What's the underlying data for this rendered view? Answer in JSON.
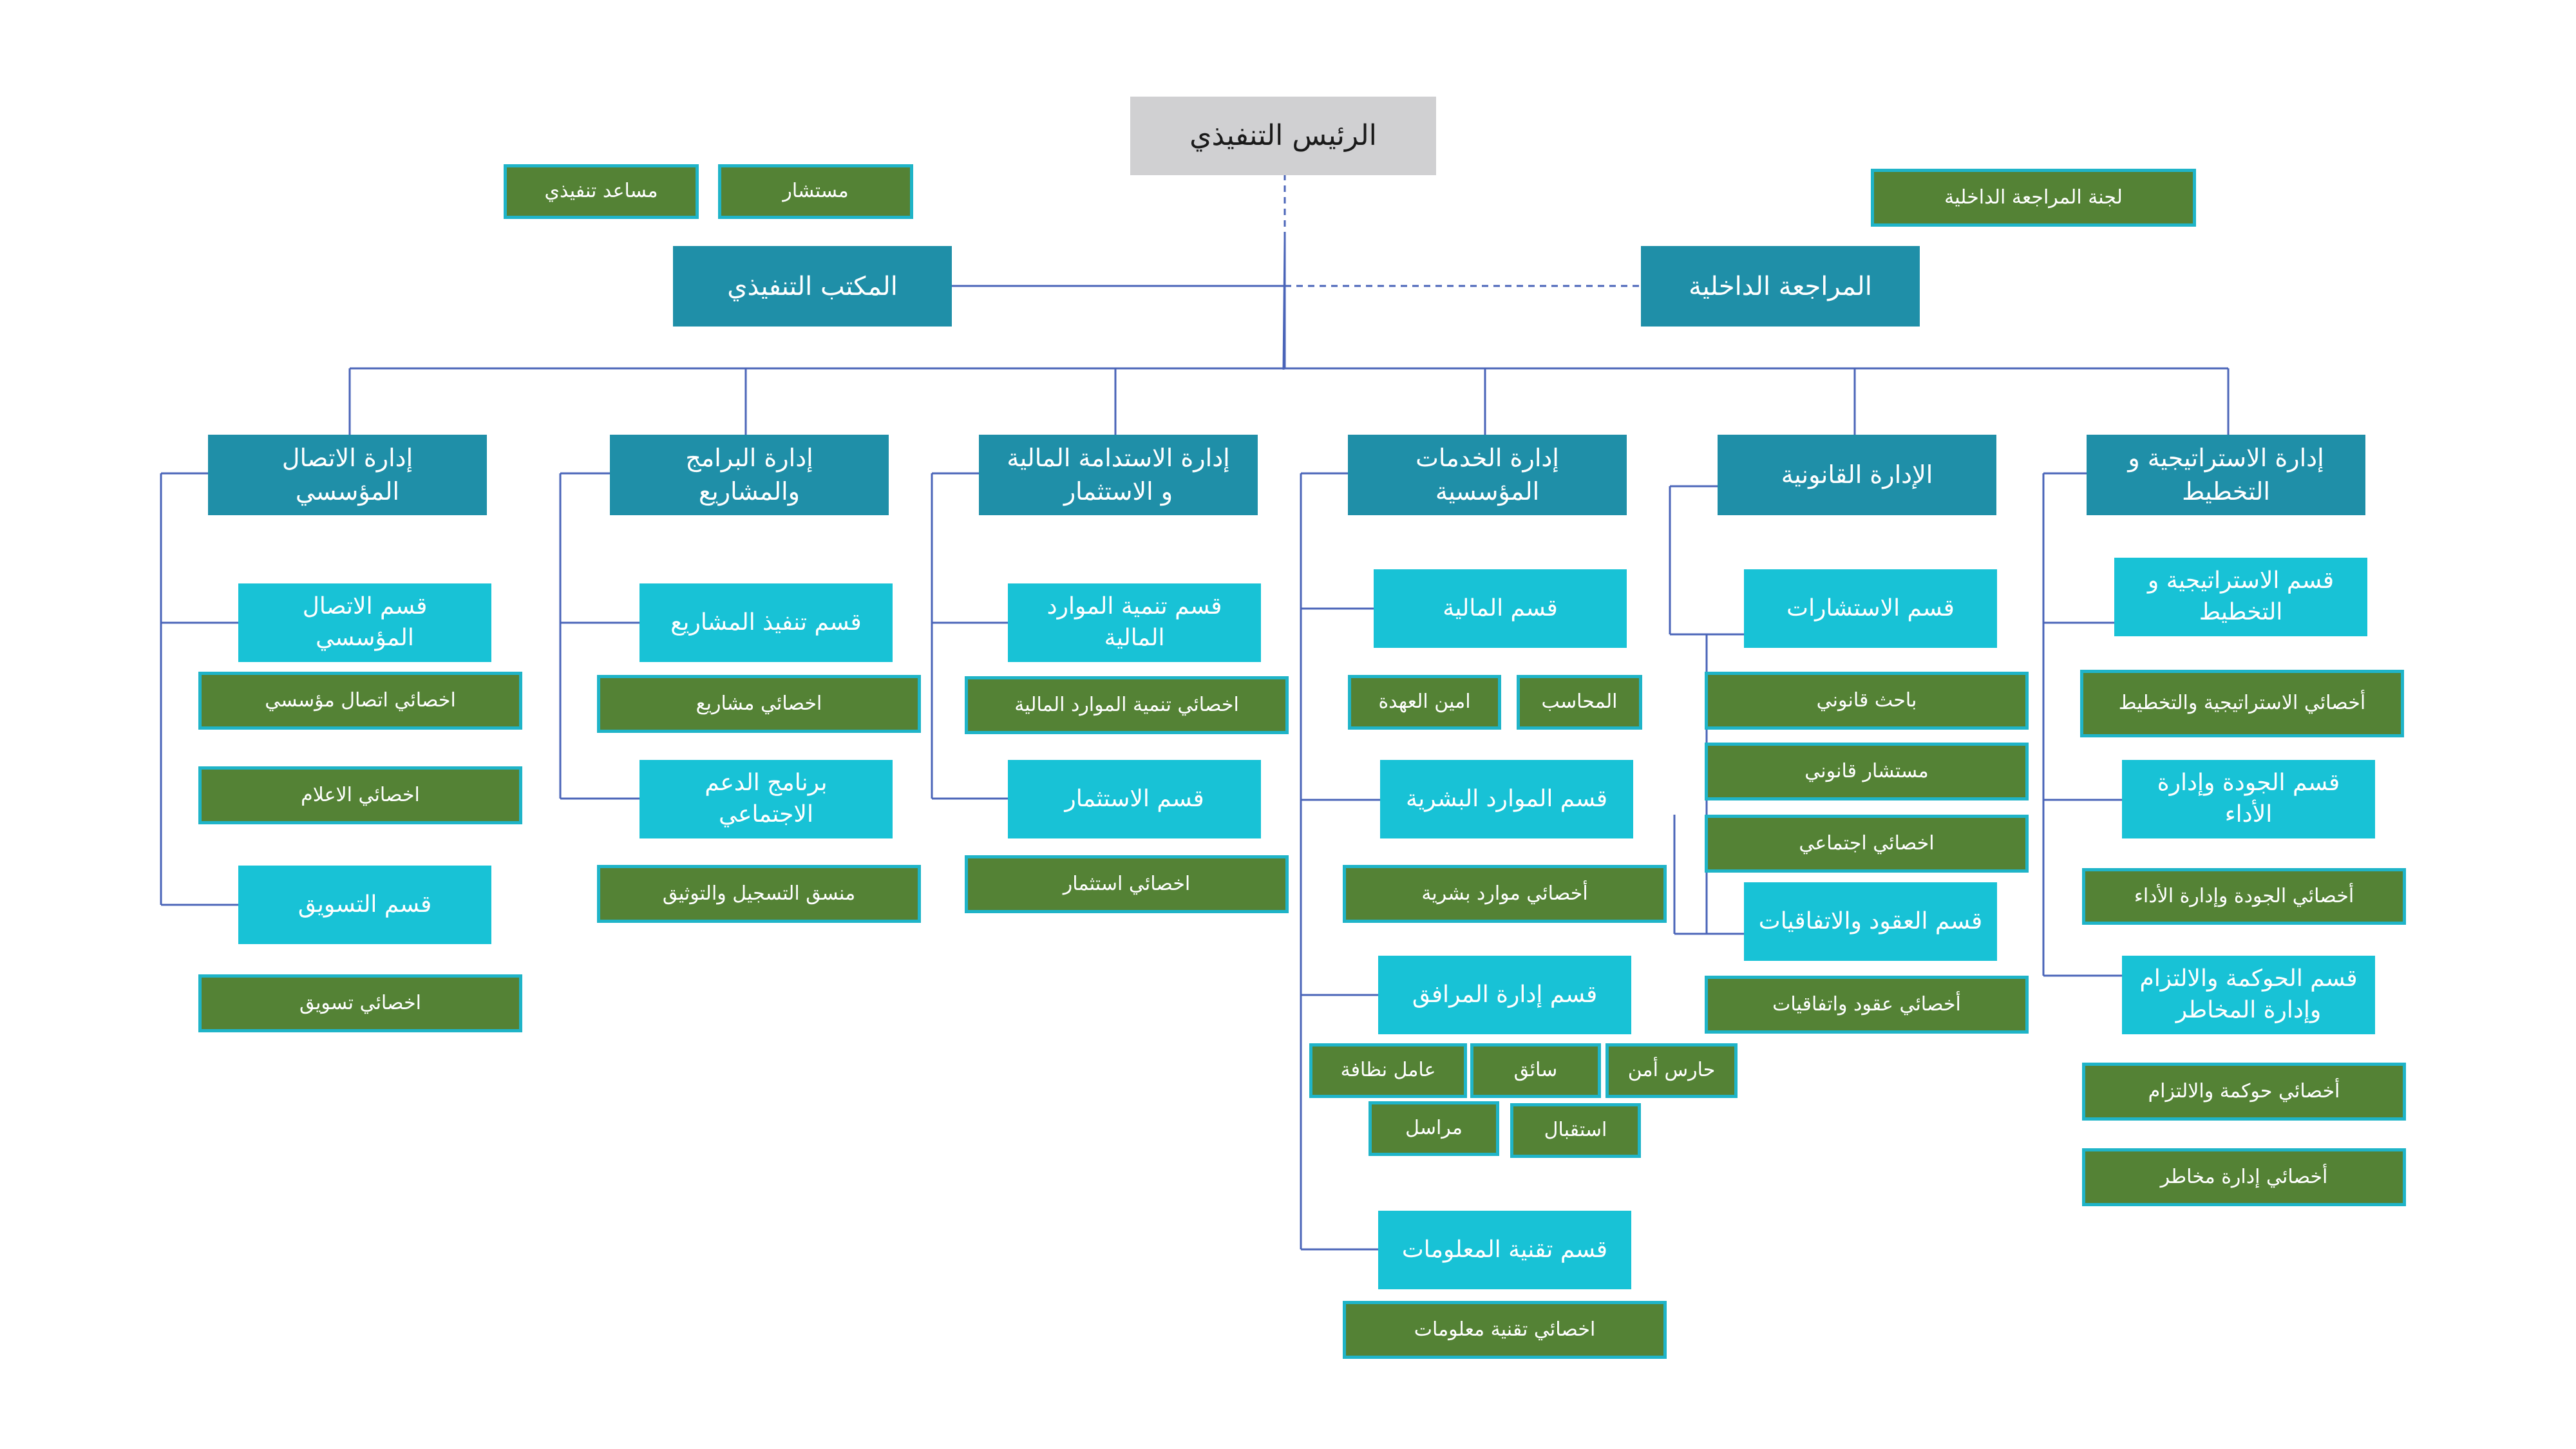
{
  "ceo": "الرئيس التنفيذي",
  "assistant": "مساعد تنفيذي",
  "advisor": "مستشار",
  "audit_committee": "لجنة المراجعة الداخلية",
  "executive_office": "المكتب التنفيذي",
  "internal_audit": "المراجعة الداخلية",
  "departments": {
    "communication": {
      "title": "إدارة الاتصال\nالمؤسسي",
      "sec1": "قسم الاتصال\nالمؤسسي",
      "role1": "اخصائي اتصال مؤسسي",
      "role2": "اخصائي الاعلام",
      "sec2": "قسم التسويق",
      "role3": "اخصائي تسويق"
    },
    "programs": {
      "title": "إدارة البرامج\nوالمشاريع",
      "sec1": "قسم تنفيذ المشاريع",
      "role1": "اخصائي مشاريع",
      "sec2": "برنامج الدعم\nالاجتماعي",
      "role2": "منسق التسجيل والتوثيق"
    },
    "finance": {
      "title": "إدارة الاستدامة المالية\nو الاستثمار",
      "sec1": "قسم تنمية الموارد\nالمالية",
      "role1": "اخصائي تنمية الموارد المالية",
      "sec2": "قسم الاستثمار",
      "role2": "اخصائي استثمار"
    },
    "services": {
      "title": "إدارة الخدمات\nالمؤسسية",
      "sec1": "قسم المالية",
      "role_custody": "امين العهدة",
      "role_accountant": "المحاسب",
      "sec2": "قسم الموارد البشرية",
      "role_hr": "أخصائي موارد بشرية",
      "sec3": "قسم إدارة المرافق",
      "role_cleaner": "عامل نظافة",
      "role_driver": "سائق",
      "role_guard": "حارس أمن",
      "role_courier": "مراسل",
      "role_reception": "استقبال",
      "sec4": "قسم تقنية المعلومات",
      "role_it": "اخصائي تقنية معلومات"
    },
    "legal": {
      "title": "الإدارة القانونية",
      "sec1": "قسم الاستشارات",
      "role1": "باحث قانوني",
      "role2": "مستشار قانوني",
      "role3": "اخصائي اجتماعي",
      "sec2": "قسم العقود والاتفاقيات",
      "role4": "أخصائي عقود واتفاقيات"
    },
    "strategy": {
      "title": "إدارة الاستراتيجية و\nالتخطيط",
      "sec1": "قسم الاستراتيجية و\nالتخطيط",
      "role1": "أخصائي الاستراتيجية والتخطيط",
      "sec2": "قسم الجودة وإدارة\nالأداء",
      "role2": "أخصائي الجودة وإدارة الأداء",
      "sec3": "قسم الحوكمة والالتزام\nوإدارة المخاطر",
      "role3": "أخصائي حوكمة والالتزام",
      "role4": "أخصائي إدارة مخاطر"
    }
  }
}
